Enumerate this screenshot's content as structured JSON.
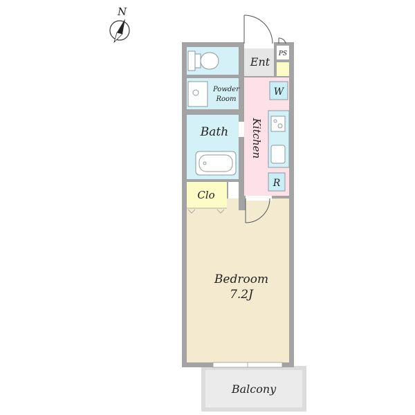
{
  "compass": {
    "label": "N",
    "icon": "north-arrow-icon"
  },
  "rooms": {
    "entrance": {
      "label": "Ent",
      "color": "#e6e6e6"
    },
    "ps": {
      "label": "PS"
    },
    "washer": {
      "label": "W",
      "color": "#c9eef6"
    },
    "kitchen": {
      "label": "Kitchen",
      "color": "#fde0e8"
    },
    "fridge": {
      "label": "R",
      "color": "#c9eef6"
    },
    "powder_room": {
      "label_line1": "Powder",
      "label_line2": "Room",
      "color": "#d4f1f8"
    },
    "bath": {
      "label": "Bath",
      "color": "#d4f1f8"
    },
    "closet": {
      "label": "Clo",
      "color": "#fdfbc6"
    },
    "bedroom": {
      "label": "Bedroom",
      "size": "7.2J",
      "color": "#f3ead0"
    },
    "balcony": {
      "label": "Balcony",
      "color": "#ebebeb"
    }
  },
  "colors": {
    "wall": "#a3a3a3",
    "fixture_stroke": "#8a9aa0"
  }
}
